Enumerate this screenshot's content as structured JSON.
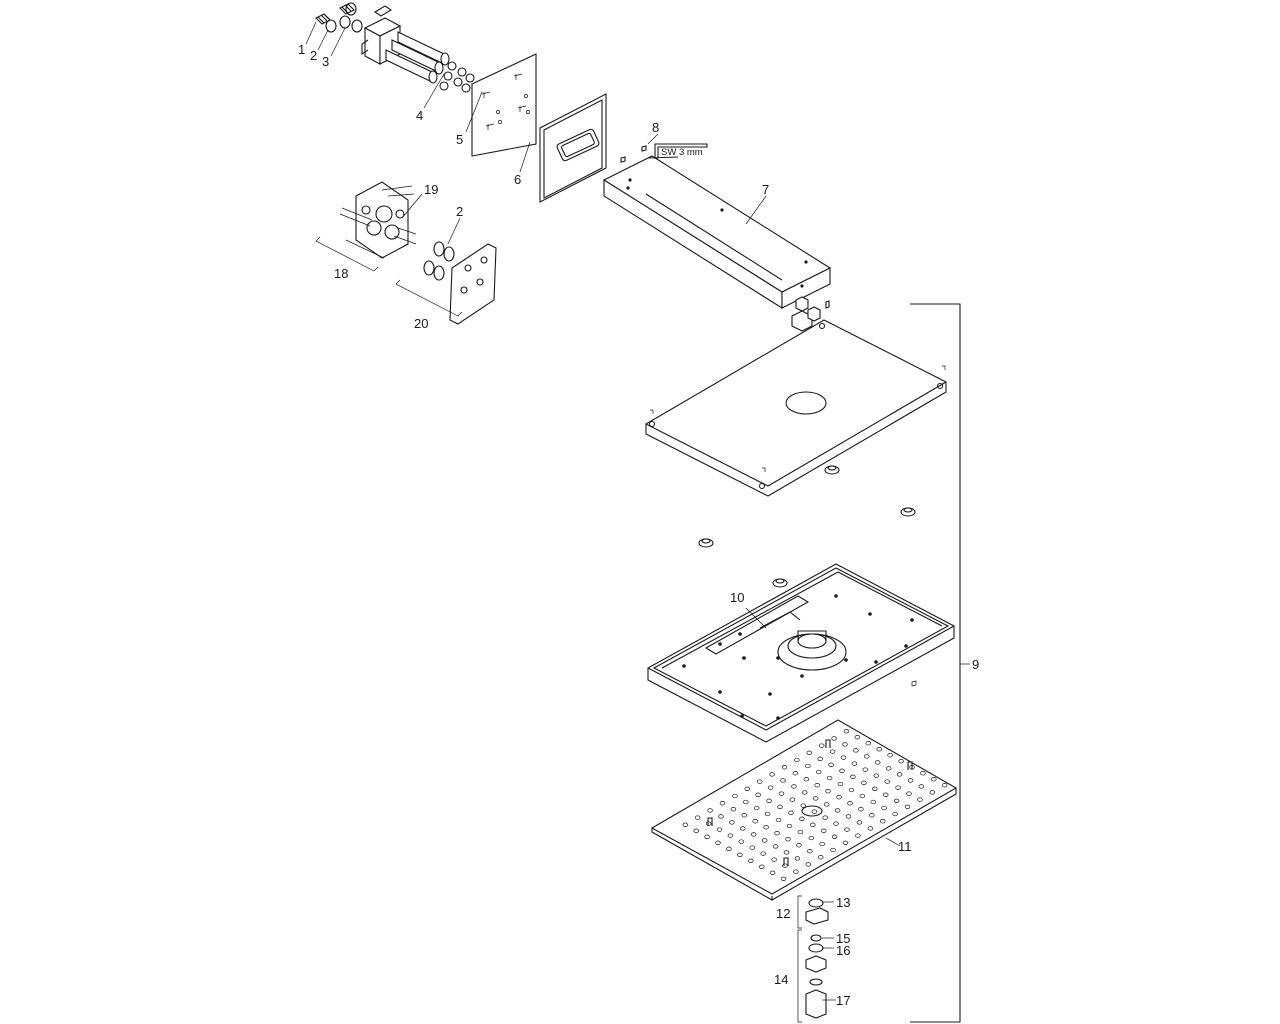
{
  "callouts": {
    "n1": "1",
    "n2a": "2",
    "n3": "3",
    "n4": "4",
    "n5": "5",
    "n6": "6",
    "n7": "7",
    "n8": "8",
    "n9": "9",
    "n10": "10",
    "n11": "11",
    "n12": "12",
    "n13": "13",
    "n14": "14",
    "n15": "15",
    "n16": "16",
    "n17": "17",
    "n18": "18",
    "n19": "19",
    "n2b": "2",
    "n20": "20"
  },
  "tool_label": "SW 3 mm",
  "colors": {
    "line": "#1a1a1a",
    "background": "#ffffff"
  }
}
